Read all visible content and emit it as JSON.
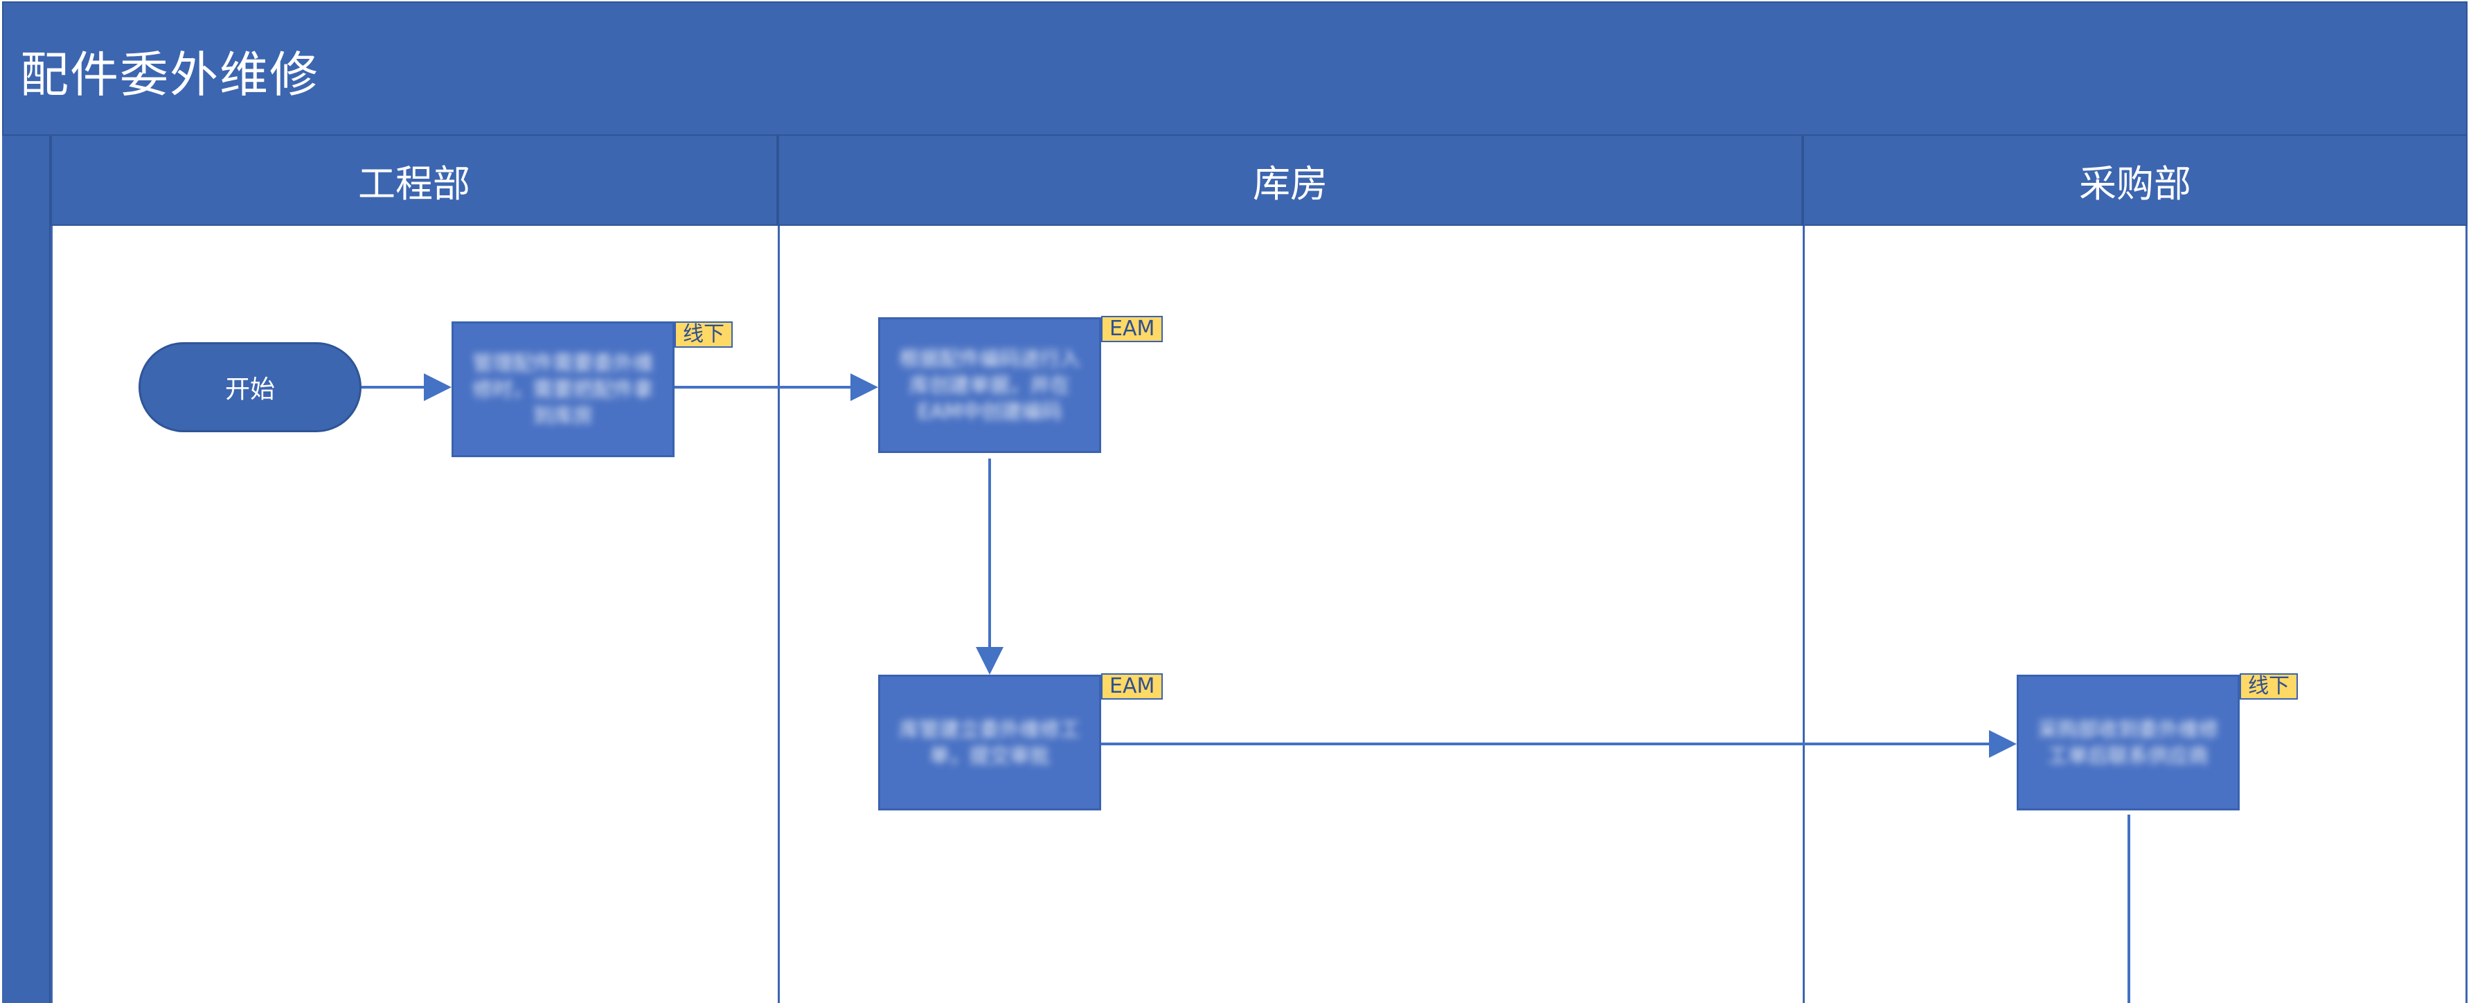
{
  "title": "配件委外维修",
  "lanes": [
    {
      "name": "工程部"
    },
    {
      "name": "库房"
    },
    {
      "name": "采购部"
    }
  ],
  "nodes": {
    "start": {
      "label": "开始",
      "shape": "terminator"
    },
    "engineering_step": {
      "text": "管理配件需要委外维修时，需要把配件拿到库房",
      "tag": "线下",
      "text_obscured": true
    },
    "warehouse_step1": {
      "text": "根据配件编码进行入库创建单据，并在EAM中创建编码",
      "tag": "EAM",
      "text_obscured": true
    },
    "warehouse_step2": {
      "text": "库管建立委外维修工单，提交审批",
      "tag": "EAM",
      "text_obscured": true
    },
    "purchasing_step": {
      "text": "采购部收到委外维修工单后联系供应商",
      "tag": "线下",
      "text_obscured": true
    }
  },
  "edges": [
    {
      "from": "start",
      "to": "engineering_step"
    },
    {
      "from": "engineering_step",
      "to": "warehouse_step1"
    },
    {
      "from": "warehouse_step1",
      "to": "warehouse_step2"
    },
    {
      "from": "warehouse_step2",
      "to": "purchasing_step"
    },
    {
      "from": "purchasing_step",
      "to": "continues-below"
    }
  ],
  "colors": {
    "header": "#3d66b0",
    "process_fill": "#4a72c4",
    "tag_fill": "#ffd966",
    "connector": "#4472c4"
  }
}
